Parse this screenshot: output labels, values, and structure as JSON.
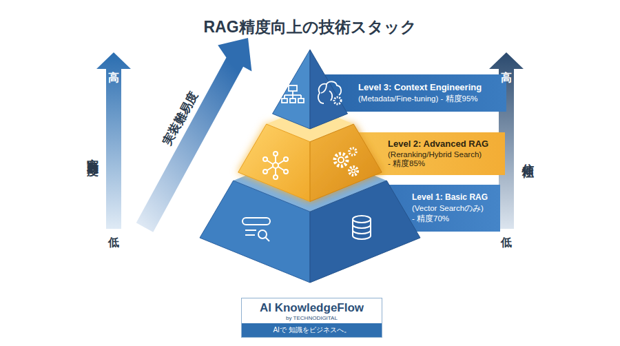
{
  "diagram": {
    "title": "RAG精度向上の技術スタック",
    "nodes": [
      {
        "text": [
          "Level 3: Context Engineering",
          "(Metadata/Fine-tuning) - 精度95%"
        ]
      },
      {
        "text": [
          "Level 2: Advanced RAG",
          "(Reranking/Hybrid Search)",
          "- 精度85%"
        ]
      },
      {
        "text": [
          "Level 1: Basic RAG",
          "(Vector Searchのみ)",
          "- 精度70%"
        ]
      },
      {
        "text": [
          "AI KnowledgeFlow",
          "by TECHNODIGITAL",
          "AIで 知識をビジネスへ。"
        ]
      }
    ],
    "labels": [
      "高",
      "実装難易度",
      "低",
      "実装難易度",
      "高",
      "信頼性",
      "低"
    ]
  }
}
